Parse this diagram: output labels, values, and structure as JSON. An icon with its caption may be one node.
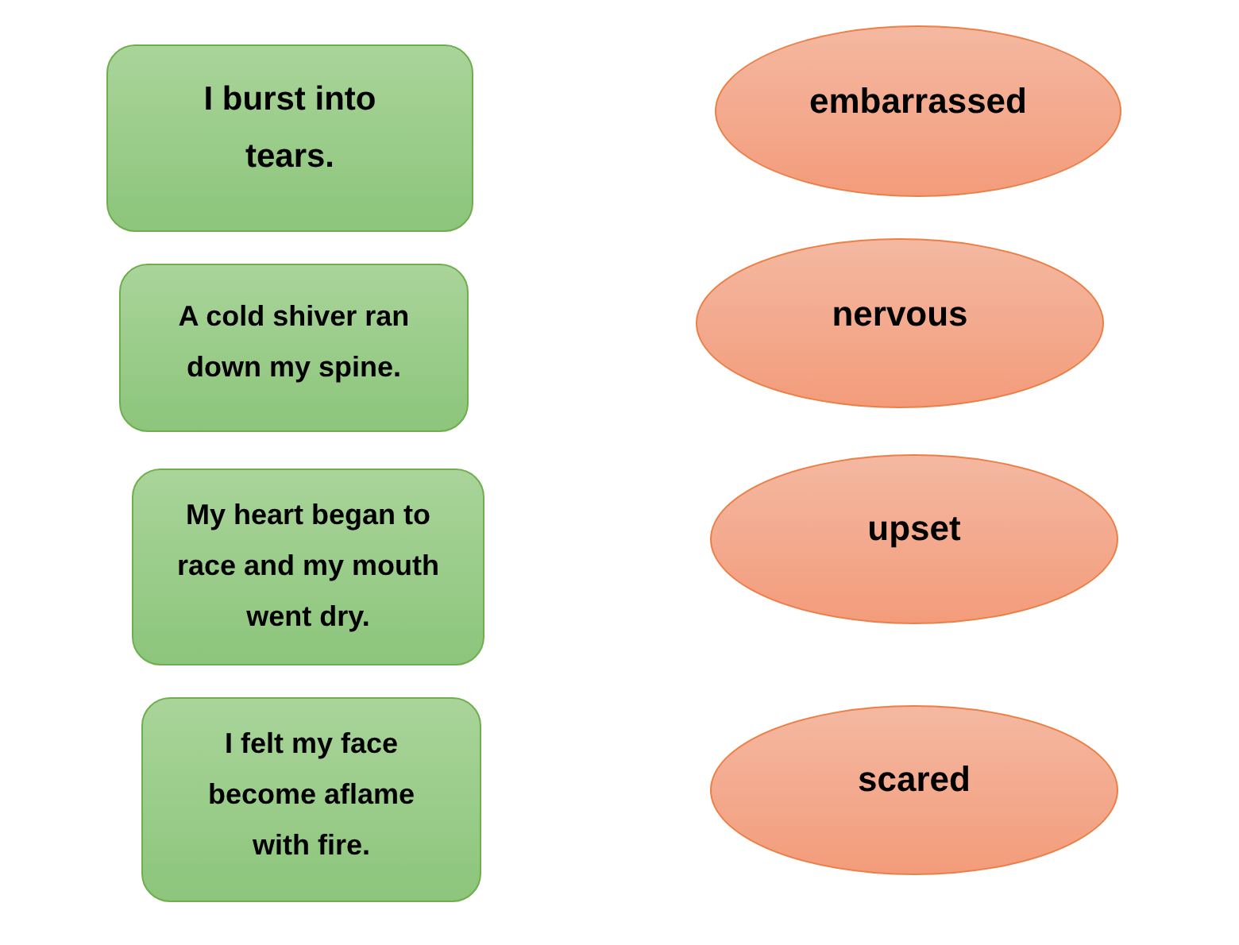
{
  "diagram": {
    "nodes": [
      {
        "text": [
          "I burst into tears."
        ]
      },
      {
        "text": [
          "A cold shiver ran down my spine."
        ]
      },
      {
        "text": [
          "My heart began to race and my mouth went dry."
        ]
      },
      {
        "text": [
          "I felt my face become aflame with fire."
        ]
      },
      {
        "text": [
          "embarrassed"
        ]
      },
      {
        "text": [
          "nervous"
        ]
      },
      {
        "text": [
          "upset"
        ]
      },
      {
        "text": [
          "scared"
        ]
      }
    ]
  }
}
